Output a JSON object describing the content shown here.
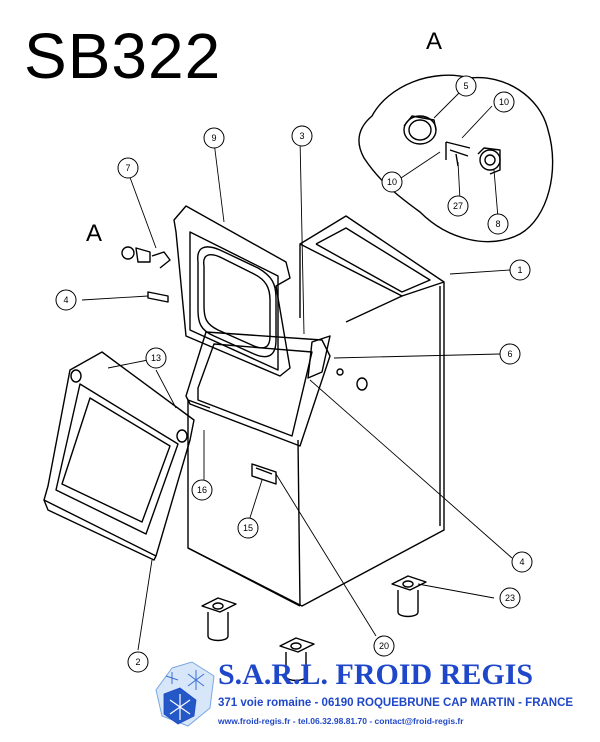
{
  "title": "SB322",
  "detail_label": "A",
  "callouts": [
    "1",
    "2",
    "3",
    "4",
    "4",
    "5",
    "6",
    "7",
    "8",
    "9",
    "10",
    "10",
    "13",
    "15",
    "16",
    "20",
    "23",
    "27"
  ],
  "company": {
    "name": "S.A.R.L. FROID REGIS",
    "address": "371 voie romaine - 06190 ROQUEBRUNE CAP MARTIN - FRANCE",
    "contact": "www.froid-regis.fr - tel.06.32.98.81.70 - contact@froid-regis.fr",
    "brand_color": "#1f47c9"
  }
}
